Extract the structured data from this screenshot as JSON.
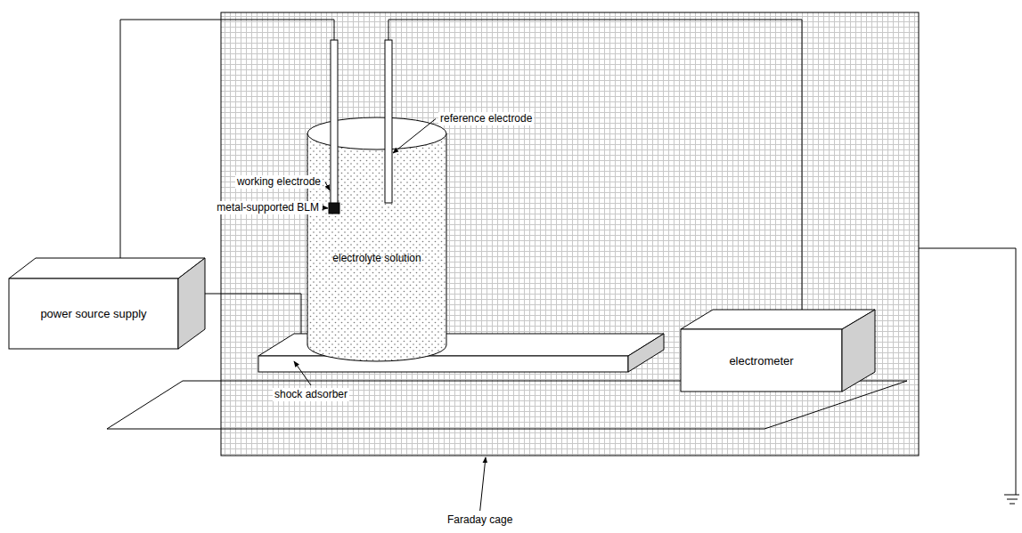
{
  "diagram": {
    "nodes": [
      {
        "text": [
          "power source supply"
        ]
      },
      {
        "text": [
          "electrometer"
        ]
      }
    ],
    "labels": [
      "reference electrode",
      "working electrode",
      "metal-supported BLM",
      "electrolyte solution",
      "shock adsorber",
      "Faraday cage"
    ]
  }
}
